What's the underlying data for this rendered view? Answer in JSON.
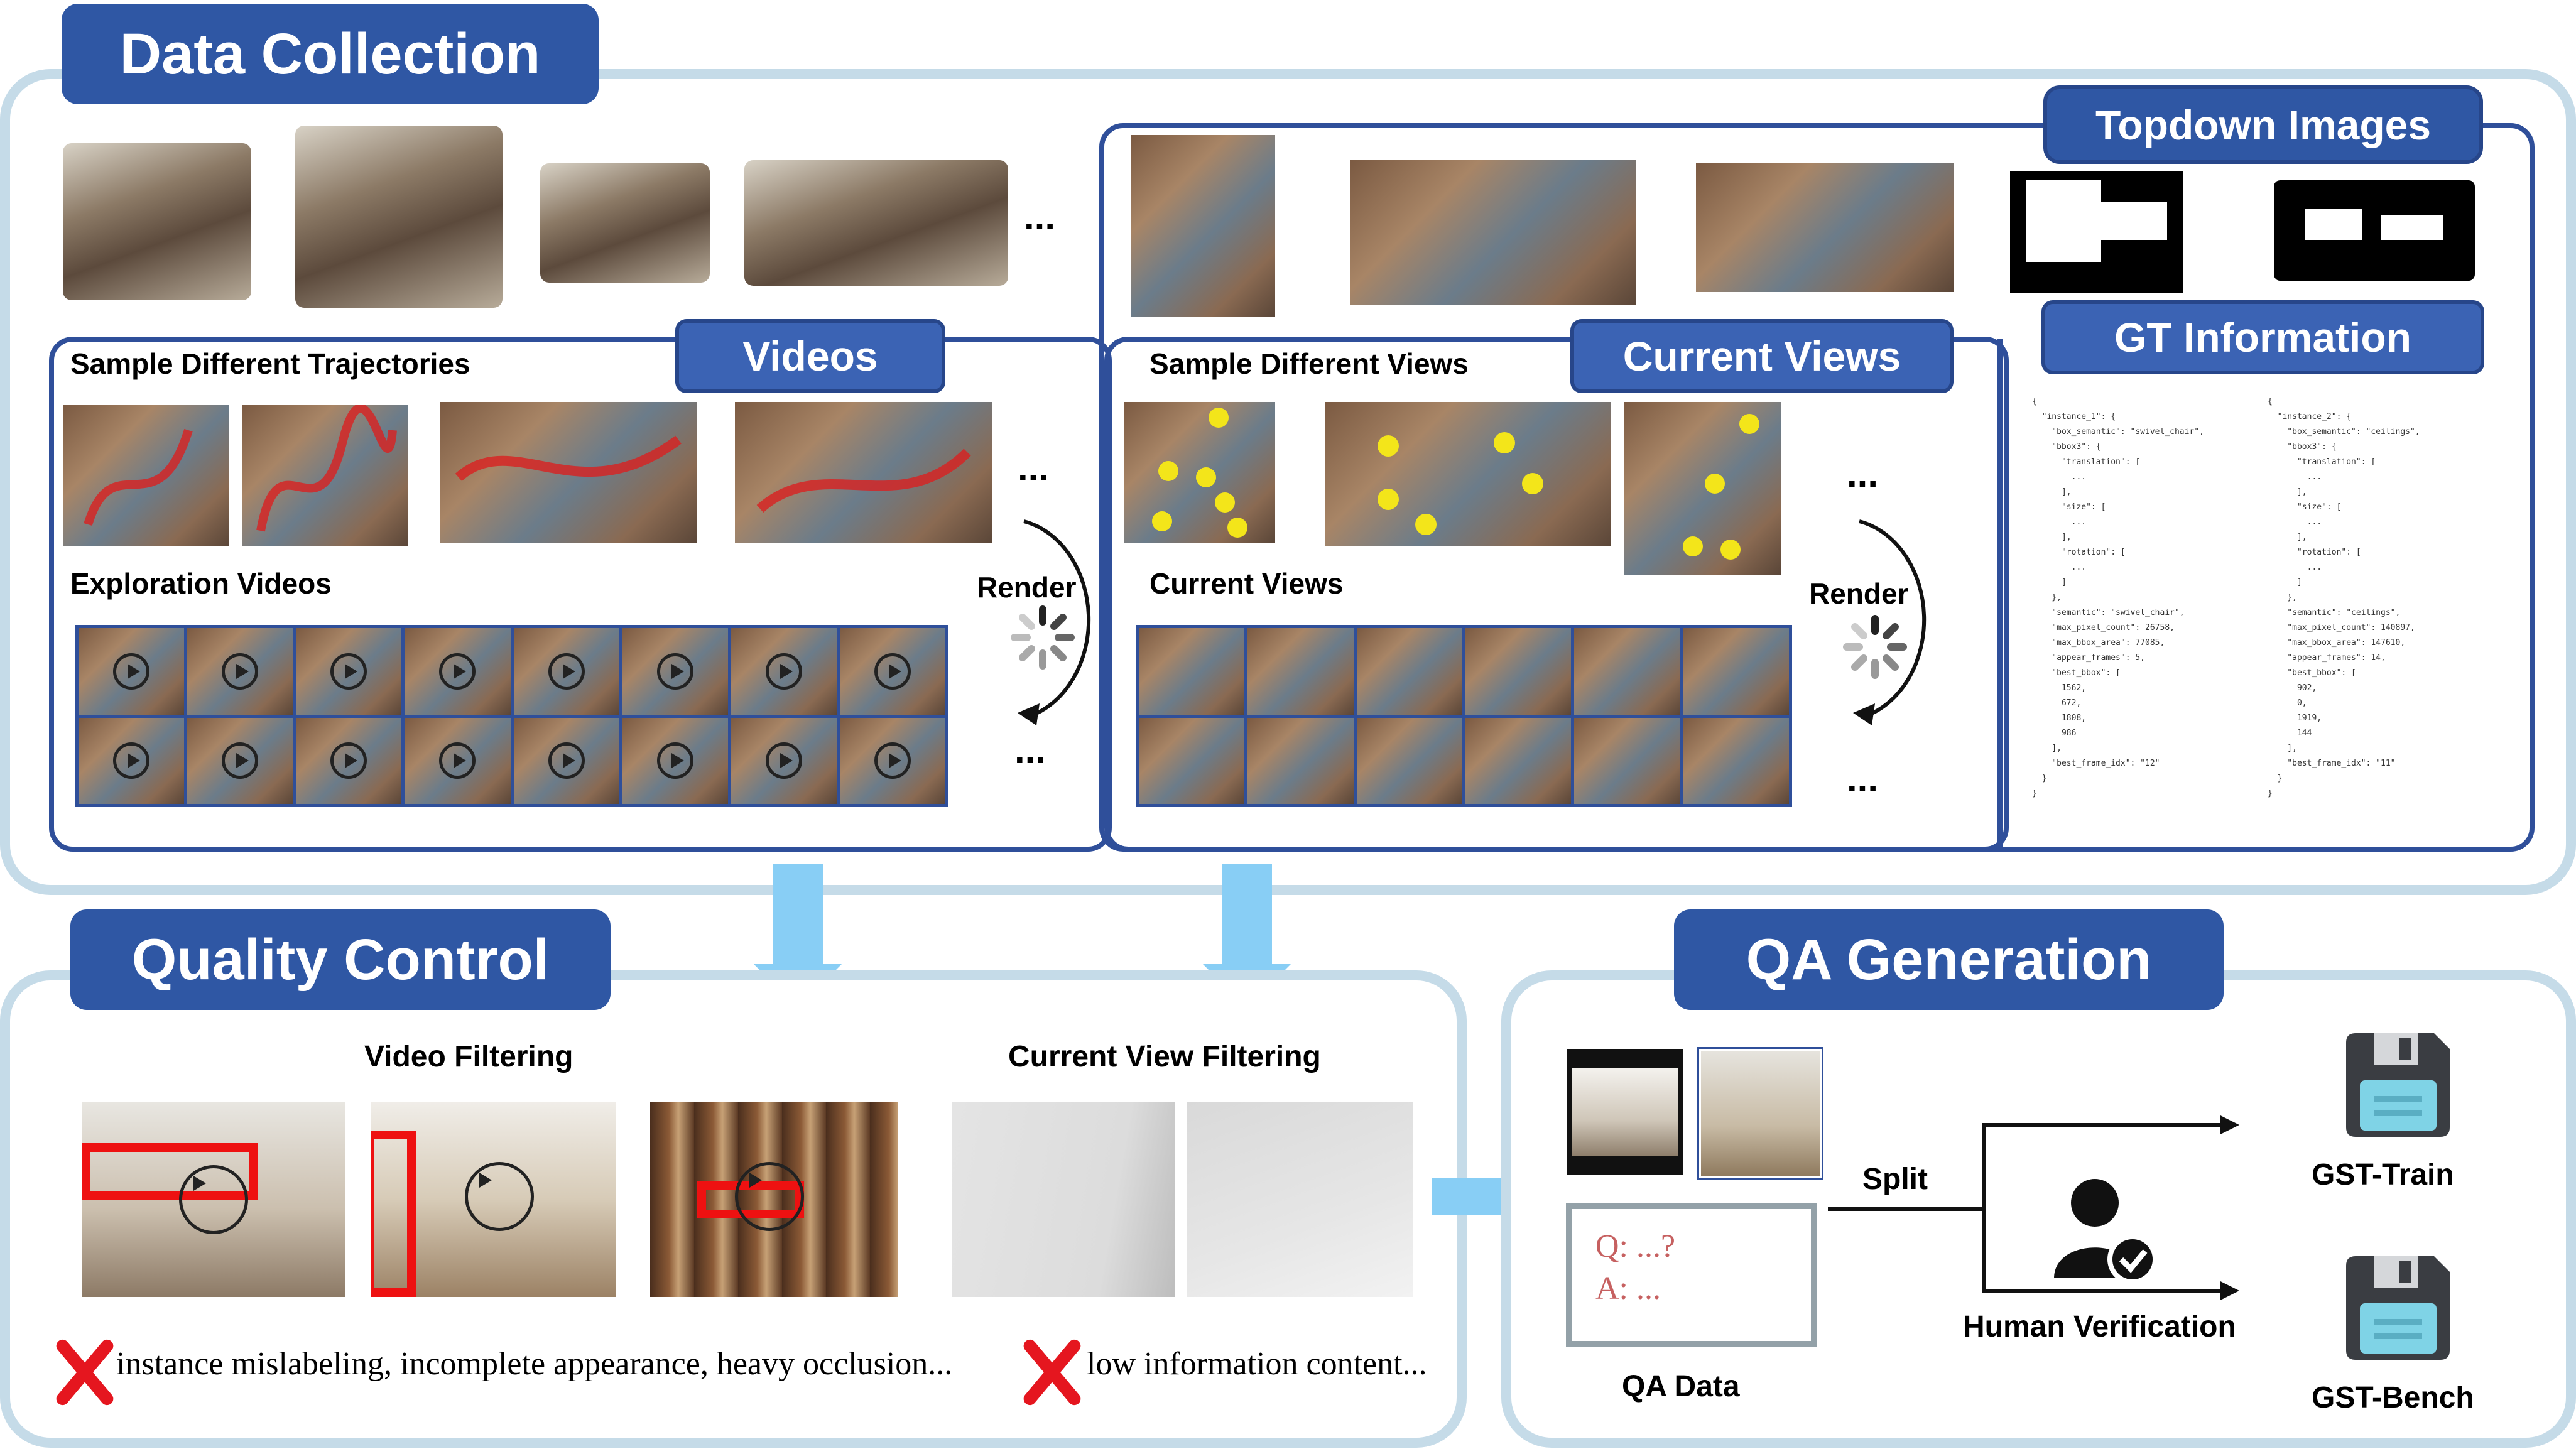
{
  "data_collection": {
    "title": "Data Collection",
    "ellipsis": "...",
    "topdown_title": "Topdown Images",
    "videos_tag": "Videos",
    "current_views_tag": "Current Views",
    "gt_tag": "GT Information",
    "sample_trajectories": "Sample Different Trajectories",
    "exploration_videos": "Exploration Videos",
    "sample_views": "Sample Different Views",
    "current_views_label": "Current Views",
    "render": "Render",
    "json_1": "{\n  \"instance_1\": {\n    \"box_semantic\": \"swivel_chair\",\n    \"bbox3\": {\n      \"translation\": [\n        ...\n      ],\n      \"size\": [\n        ...\n      ],\n      \"rotation\": [\n        ...\n      ]\n    },\n    \"semantic\": \"swivel_chair\",\n    \"max_pixel_count\": 26758,\n    \"max_bbox_area\": 77085,\n    \"appear_frames\": 5,\n    \"best_bbox\": [\n      1562,\n      672,\n      1808,\n      986\n    ],\n    \"best_frame_idx\": \"12\"\n  }\n}",
    "json_2": "{\n  \"instance_2\": {\n    \"box_semantic\": \"ceilings\",\n    \"bbox3\": {\n      \"translation\": [\n        ...\n      ],\n      \"size\": [\n        ...\n      ],\n      \"rotation\": [\n        ...\n      ]\n    },\n    \"semantic\": \"ceilings\",\n    \"max_pixel_count\": 140897,\n    \"max_bbox_area\": 147610,\n    \"appear_frames\": 14,\n    \"best_bbox\": [\n      902,\n      0,\n      1919,\n      144\n    ],\n    \"best_frame_idx\": \"11\"\n  }\n}"
  },
  "quality_control": {
    "title": "Quality Control",
    "video_filtering": "Video Filtering",
    "current_view_filtering": "Current View Filtering",
    "reason_1": "instance mislabeling, incomplete appearance,  heavy occlusion...",
    "reason_2": "low information content..."
  },
  "qa_generation": {
    "title": "QA Generation",
    "q_line": "Q: ...?",
    "a_line": "A: ...",
    "qa_data": "QA Data",
    "split": "Split",
    "human_verification": "Human Verification",
    "gst_train": "GST-Train",
    "gst_bench": "GST-Bench"
  }
}
